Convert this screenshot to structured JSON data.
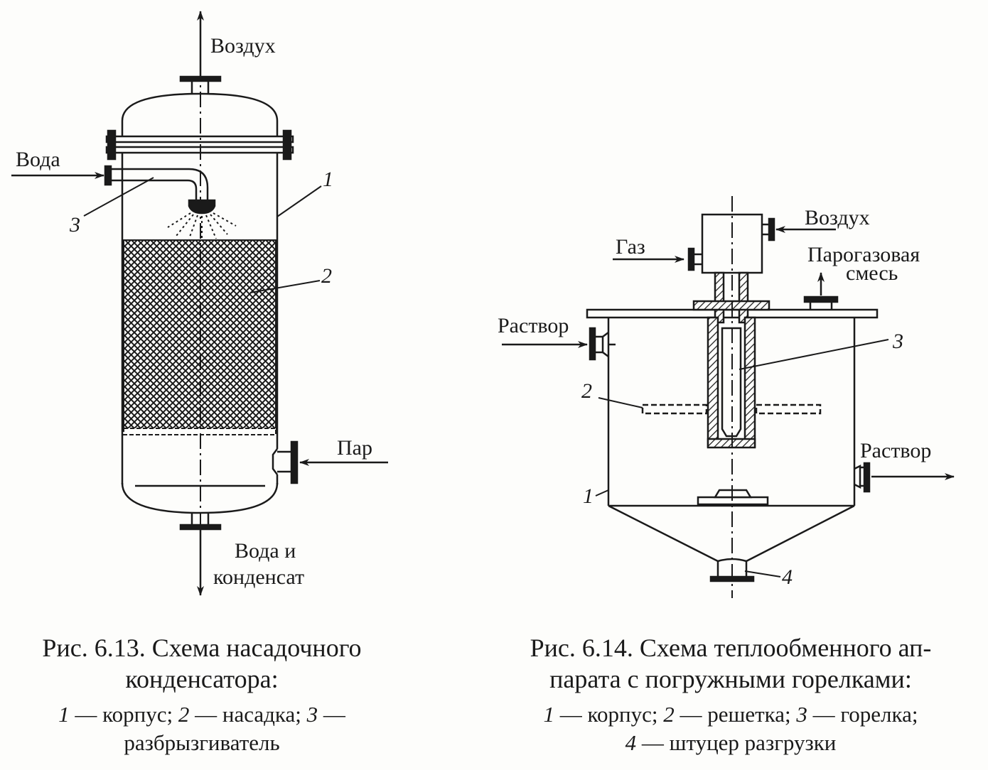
{
  "figure_1": {
    "labels": {
      "air_out": "Воздух",
      "water_in": "Вода",
      "steam_in": "Пар",
      "water_out_1": "Вода и",
      "water_out_2": "конденсат",
      "n1": "1",
      "n2": "2",
      "n3": "3"
    },
    "caption_line1": "Рис. 6.13. Схема насадочного",
    "caption_line2": "конденсатора:",
    "legend": {
      "n1": "1",
      "t1": " — корпус; ",
      "n2": "2",
      "t2": " — насадка; ",
      "n3": "3",
      "t3": " —",
      "line2": "разбрызгиватель"
    }
  },
  "figure_2": {
    "labels": {
      "air_in": "Воздух",
      "gas_in": "Газ",
      "mix_out_1": "Парогазовая",
      "mix_out_2": "смесь",
      "solution_in": "Раствор",
      "solution_out": "Раствор",
      "n1": "1",
      "n2": "2",
      "n3": "3",
      "n4": "4"
    },
    "caption_line1": "Рис. 6.14. Схема теплообменного ап-",
    "caption_line2": "парата с погружными горелками:",
    "legend": {
      "n1": "1",
      "t1": " — корпус; ",
      "n2": "2",
      "t2": " — решетка; ",
      "n3": "3",
      "t3": " — горелка;",
      "n4": "4",
      "t4": " — штуцер разгрузки"
    }
  }
}
